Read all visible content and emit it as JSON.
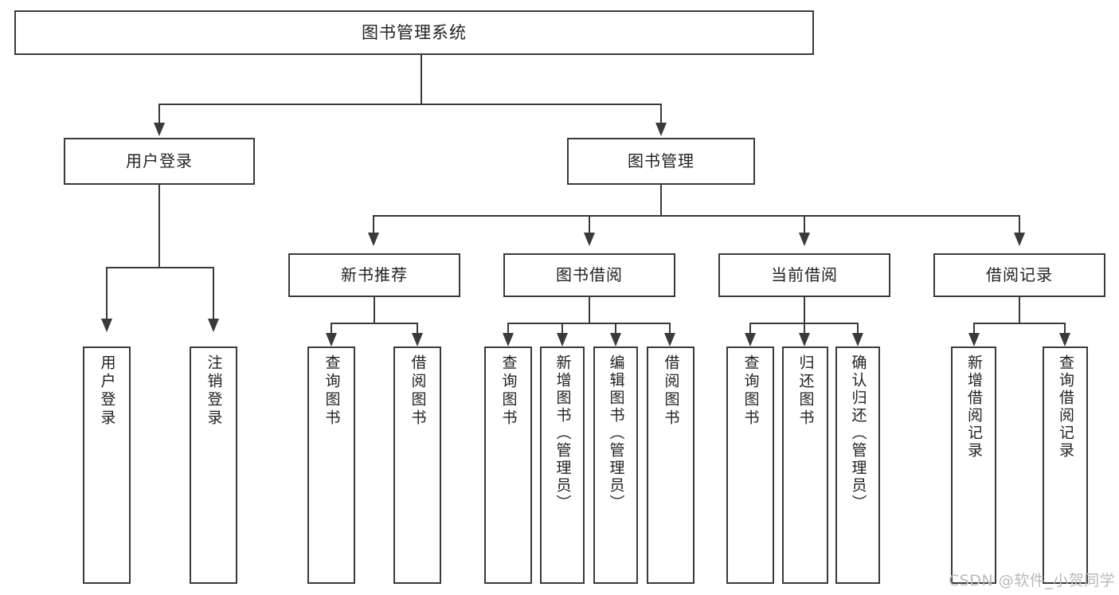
{
  "diagram": {
    "type": "tree",
    "title": "图书管理系统",
    "orientation": "top-down",
    "colors": {
      "box_border": "#3a3a3a",
      "box_fill": "#ffffff",
      "connector": "#3a3a3a",
      "text": "#222222",
      "watermark": "#b9b9b9",
      "background": "#ffffff"
    },
    "root": {
      "label": "图书管理系统"
    },
    "level1": [
      {
        "label": "用户登录"
      },
      {
        "label": "图书管理"
      }
    ],
    "level2": [
      {
        "label": "新书推荐"
      },
      {
        "label": "图书借阅"
      },
      {
        "label": "当前借阅"
      },
      {
        "label": "借阅记录"
      }
    ],
    "leaves": {
      "user_login": [
        {
          "label": "用户登录"
        },
        {
          "label": "注销登录"
        }
      ],
      "new_book_recommend": [
        {
          "label": "查询图书"
        },
        {
          "label": "借阅图书"
        }
      ],
      "book_borrow": [
        {
          "label": "查询图书"
        },
        {
          "label": "新增图书（管理员）"
        },
        {
          "label": "编辑图书（管理员）"
        },
        {
          "label": "借阅图书"
        }
      ],
      "current_borrow": [
        {
          "label": "查询图书"
        },
        {
          "label": "归还图书"
        },
        {
          "label": "确认归还（管理员）"
        }
      ],
      "borrow_record": [
        {
          "label": "新增借阅记录"
        },
        {
          "label": "查询借阅记录"
        }
      ]
    }
  },
  "watermark": {
    "text": "CSDN @软件_小贺同学"
  }
}
